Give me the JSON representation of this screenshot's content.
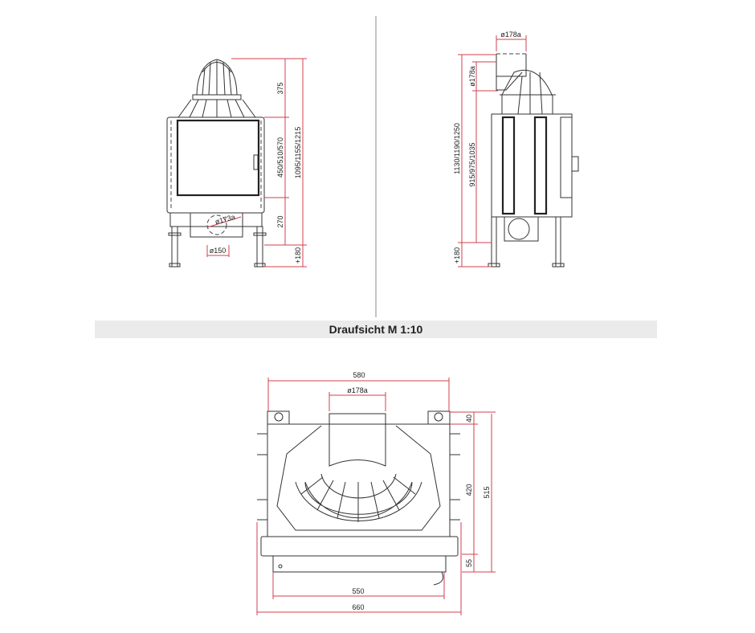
{
  "section_title": "Draufsicht M 1:10",
  "colors": {
    "dimension": "#d0424e",
    "banner": "#ebebeb",
    "line": "#333333"
  },
  "front_view": {
    "dims": {
      "top": "375",
      "window": "450/510/570",
      "bottom": "270",
      "total": "1095/1155/1215",
      "legs": "+180",
      "outlet": "ø150",
      "flue": "ø173a"
    }
  },
  "side_view": {
    "dims": {
      "flue_top": "ø178a",
      "flue_side": "ø178a",
      "total": "1130/1190/1250",
      "body": "915/975/1035",
      "legs": "+180"
    }
  },
  "top_view": {
    "dims": {
      "width_top": "580",
      "flue": "ø178a",
      "depth_a": "40",
      "depth_b": "420",
      "depth_c": "55",
      "depth_total": "515",
      "width_inner": "550",
      "width_total": "660"
    }
  }
}
